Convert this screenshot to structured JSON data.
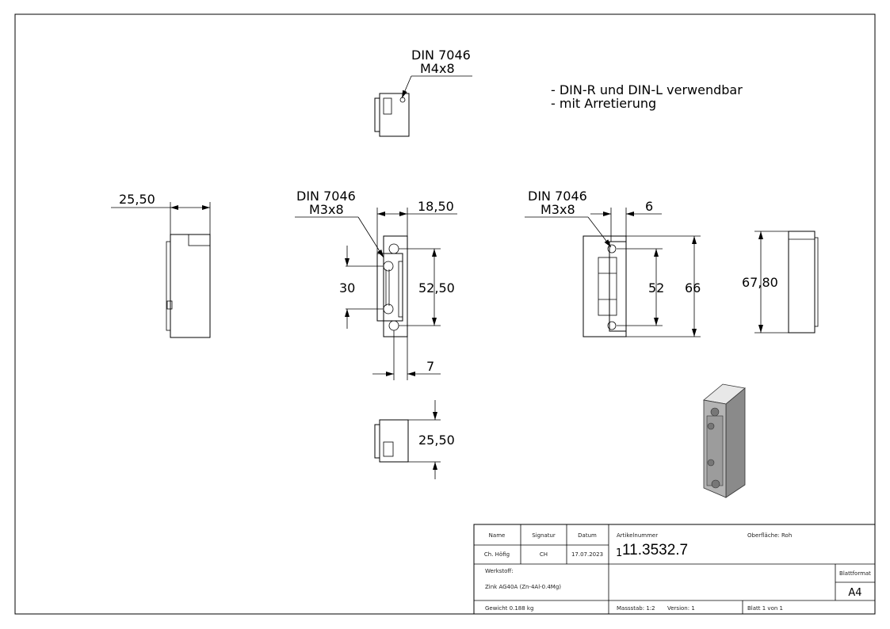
{
  "notes": [
    "- DIN-R und DIN-L verwendbar",
    "- mit Arretierung"
  ],
  "callouts": {
    "top": {
      "line1": "DIN 7046",
      "line2": "M4x8"
    },
    "front": {
      "line1": "DIN 7046",
      "line2": "M3x8"
    },
    "right": {
      "line1": "DIN 7046",
      "line2": "M3x8"
    }
  },
  "dimensions": {
    "side_width": "25,50",
    "front_width": "18,50",
    "front_screw_inner": "30",
    "front_screw_outer": "52,50",
    "front_offset": "7",
    "bottom_depth": "25,50",
    "right_plate": "6",
    "right_screw": "52",
    "right_height": "66",
    "far_height": "67,80"
  },
  "title_block": {
    "col_name": "Name",
    "col_signatur": "Signatur",
    "col_datum": "Datum",
    "name": "Ch. Höfig",
    "signatur": "CH",
    "datum": "17.07.2023",
    "artikel_label": "Artikelnummer",
    "artikel_prefix": "1",
    "artikel_nr": "11.3532.7",
    "oberflaeche": "Oberfläche:  Roh",
    "werkstoff_label": "Werkstoff:",
    "werkstoff": "Zink AG40A (Zn-4Al-0.4Mg)",
    "blattformat_label": "Blattformat",
    "blattformat": "A4",
    "gewicht": "Gewicht 0.188 kg",
    "massstab": "Massstab: 1:2",
    "version": "Version: 1",
    "blatt": "Blatt 1 von 1"
  }
}
